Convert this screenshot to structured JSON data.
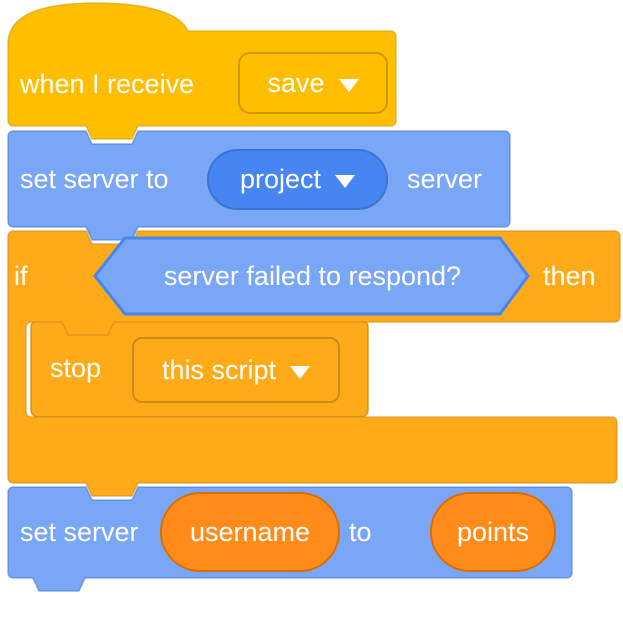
{
  "colors": {
    "background": "#FFFFFF",
    "text": "#FFFFFF",
    "events-primary": "#FFBF00",
    "events-tertiary": "#CC9900",
    "control-primary": "#FFAB19",
    "control-tertiary": "#CF8B17",
    "variables-primary": "#FF8C1A",
    "variables-tertiary": "#DB6E00",
    "blue-primary": "#79A6F6",
    "blue-secondary": "#4685F2",
    "blue-tertiary": "#3E74D1"
  },
  "icons": {
    "dropdown_caret": "triangle-down"
  },
  "script": {
    "hat_block": {
      "label": "when I receive",
      "dropdown_value": "save"
    },
    "set_server_block": {
      "label_prefix": "set server to",
      "dropdown_value": "project",
      "label_suffix": "server"
    },
    "if_block": {
      "label_if": "if",
      "condition": "server failed to respond?",
      "label_then": "then"
    },
    "stop_block": {
      "label": "stop",
      "dropdown_value": "this script"
    },
    "set_var_block": {
      "label_prefix": "set server",
      "arg1": "username",
      "label_mid": "to",
      "arg2": "points"
    }
  }
}
